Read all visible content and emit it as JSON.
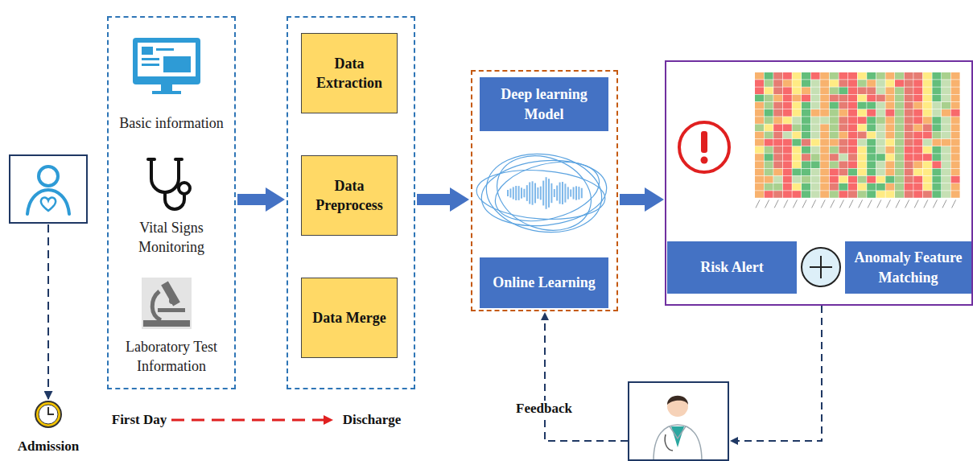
{
  "diagram": {
    "nodes": [
      {
        "text": []
      },
      {
        "text": [
          "Basic information"
        ],
        "in": 0
      },
      {
        "text": [
          "Vital Signs Monitoring"
        ],
        "in": 0
      },
      {
        "text": [
          "Laboratory Test Information"
        ],
        "in": 0
      },
      {
        "text": []
      },
      {
        "text": [
          "Data Extraction"
        ],
        "in": 4
      },
      {
        "text": [
          "Data Preprocess"
        ],
        "in": 4
      },
      {
        "text": [
          "Data Merge"
        ],
        "in": 4
      },
      {
        "text": []
      },
      {
        "text": [
          "Deep learning Model"
        ],
        "in": 8
      },
      {
        "text": [
          "Online Learning"
        ],
        "in": 8
      },
      {
        "text": []
      },
      {
        "text": [
          "Risk Alert"
        ],
        "in": 11
      },
      {
        "text": [
          "Anomaly Feature Matching"
        ],
        "in": 11
      },
      {
        "text": []
      }
    ],
    "edges": [
      {
        "from": 0,
        "to": 4,
        "arrow": "to"
      },
      {
        "from": 4,
        "to": 8,
        "arrow": "to"
      },
      {
        "from": 8,
        "to": 11,
        "arrow": "to"
      },
      {
        "from": 11,
        "to": 14,
        "arrow": "to"
      },
      {
        "from": 14,
        "to": 8,
        "label": "Feedback",
        "arrow": "to"
      }
    ],
    "labels": [
      "Admission",
      "First Day",
      "Discharge"
    ]
  }
}
